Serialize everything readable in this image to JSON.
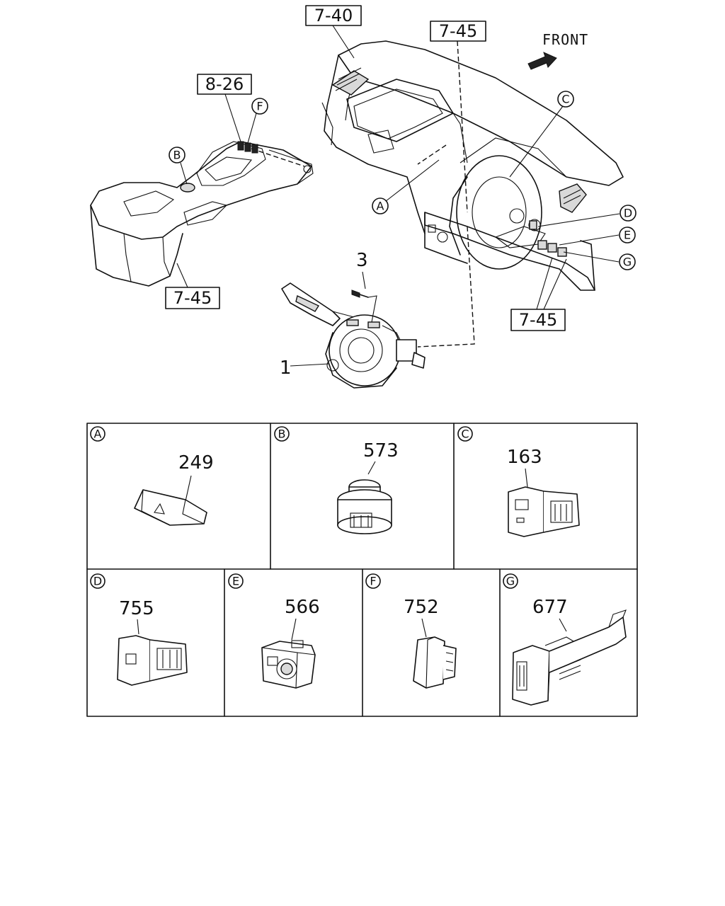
{
  "refs": {
    "ref_7_40": "7-40",
    "ref_7_45_top": "7-45",
    "ref_8_26": "8-26",
    "ref_7_45_console": "7-45",
    "ref_7_45_right": "7-45"
  },
  "front_label": "FRONT",
  "callouts": {
    "A": "A",
    "B": "B",
    "C": "C",
    "D": "D",
    "E": "E",
    "F": "F",
    "G": "G"
  },
  "part_numbers": {
    "combination_switch": "1",
    "screw": "3"
  },
  "detail_panels": [
    {
      "letter": "A",
      "part": "249"
    },
    {
      "letter": "B",
      "part": "573"
    },
    {
      "letter": "C",
      "part": "163"
    },
    {
      "letter": "D",
      "part": "755"
    },
    {
      "letter": "E",
      "part": "566"
    },
    {
      "letter": "F",
      "part": "752"
    },
    {
      "letter": "G",
      "part": "677"
    }
  ],
  "colors": {
    "line": "#111111",
    "background": "#ffffff",
    "shade": "#d9d9d9"
  }
}
